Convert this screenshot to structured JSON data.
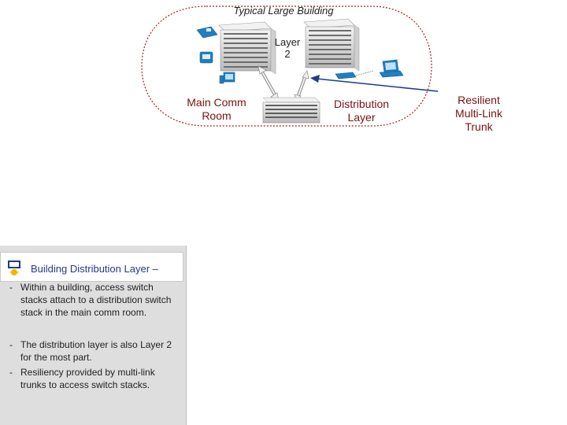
{
  "diagram": {
    "building_title": "Typical Large Building",
    "layer_label_line1": "Layer",
    "layer_label_line2": "2",
    "comm_room_line1": "Main Comm",
    "comm_room_line2": "Room",
    "distribution_line1": "Distribution",
    "distribution_line2": "Layer",
    "trunk_line1": "Resilient",
    "trunk_line2": "Multi-Link",
    "trunk_line3": "Trunk",
    "colors": {
      "boundary": "#b31b1b",
      "labels": "#7a1010",
      "arrow": "#1f3b8a",
      "device_blue": "#1e7fc1"
    },
    "icons": [
      "phone-icon",
      "ip-phone-icon",
      "pc-icon",
      "switch-stack-icon",
      "distribution-switch-icon",
      "access-point-icon",
      "laptop-icon",
      "uplink-arrow-icon",
      "pointer-arrow-icon"
    ]
  },
  "info_panel": {
    "title": "Building Distribution Layer –",
    "bullets": [
      {
        "dash": "-",
        "text": " Within a building, access switch stacks attach to a distribution switch stack in the main comm room."
      },
      {
        "dash": "-",
        "text": "The distribution layer is also Layer 2 for the most part."
      },
      {
        "dash": "-",
        "text": "Resiliency provided by multi-link trunks to access switch stacks."
      }
    ]
  }
}
